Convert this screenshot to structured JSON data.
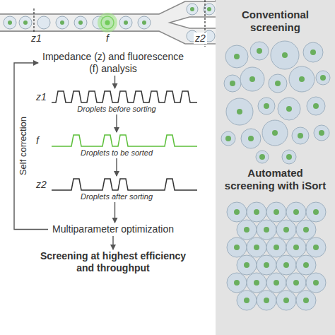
{
  "diagram": {
    "nodes": [
      {
        "text": [
          "Impedance (z) and fluorescence (f) analysis"
        ]
      },
      {
        "text": [
          "z1",
          "Droplets before sorting"
        ]
      },
      {
        "text": [
          "f",
          "Droplets to be sorted"
        ]
      },
      {
        "text": [
          "z2",
          "Droplets after sorting"
        ]
      },
      {
        "text": [
          "Multiparameter optimization"
        ]
      },
      {
        "text": [
          "Screening at highest efficiency and throughput"
        ]
      },
      {
        "text": [
          "Conventional screening",
          "Automated screening with iSort"
        ]
      }
    ],
    "edges": [
      {
        "from": 0,
        "to": 1,
        "arrow": "to"
      },
      {
        "from": 1,
        "to": 2,
        "arrow": "to"
      },
      {
        "from": 2,
        "to": 3,
        "arrow": "to"
      },
      {
        "from": 3,
        "to": 4,
        "arrow": "to"
      },
      {
        "from": 4,
        "to": 5,
        "arrow": "to"
      },
      {
        "from": 4,
        "to": 0,
        "label": "Self correction",
        "arrow": "to"
      }
    ],
    "labels": [
      "z1",
      "f",
      "z2"
    ]
  }
}
